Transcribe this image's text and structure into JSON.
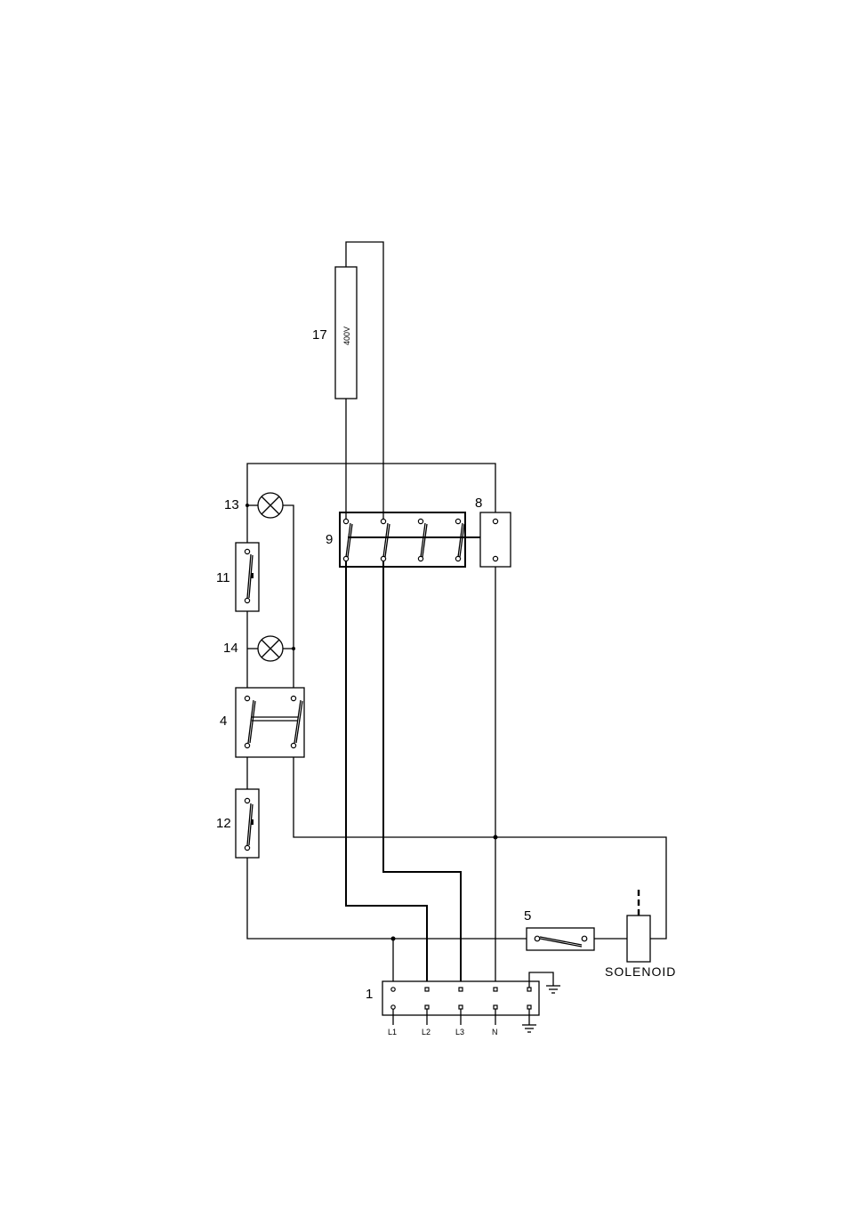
{
  "components": {
    "resistor": {
      "label": "17",
      "rating": "400V"
    },
    "switch_block_9": {
      "label": "9"
    },
    "switch_8": {
      "label": "8"
    },
    "lamp_13": {
      "label": "13"
    },
    "switch_11": {
      "label": "11"
    },
    "lamp_14": {
      "label": "14"
    },
    "switch_4": {
      "label": "4"
    },
    "switch_12": {
      "label": "12"
    },
    "switch_5": {
      "label": "5"
    },
    "solenoid": {
      "label": "SOLENOID"
    },
    "terminal_block": {
      "label": "1",
      "terminals": [
        "L1",
        "L2",
        "L3",
        "N"
      ]
    }
  }
}
